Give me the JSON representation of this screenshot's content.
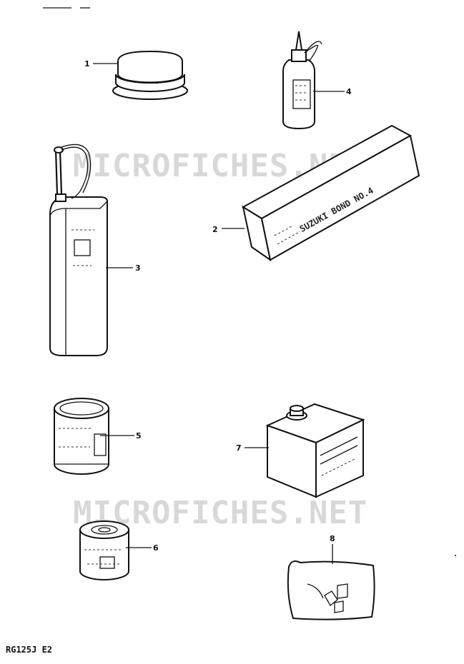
{
  "watermarks": [
    "MICROFICHES.NET",
    "MICROFICHES.NET"
  ],
  "model_code": "RG125J E2",
  "box_text": "SUZUKI BOND NO.4",
  "parts": [
    {
      "number": "1"
    },
    {
      "number": "2"
    },
    {
      "number": "3"
    },
    {
      "number": "4"
    },
    {
      "number": "5"
    },
    {
      "number": "6"
    },
    {
      "number": "7"
    },
    {
      "number": "8"
    }
  ]
}
